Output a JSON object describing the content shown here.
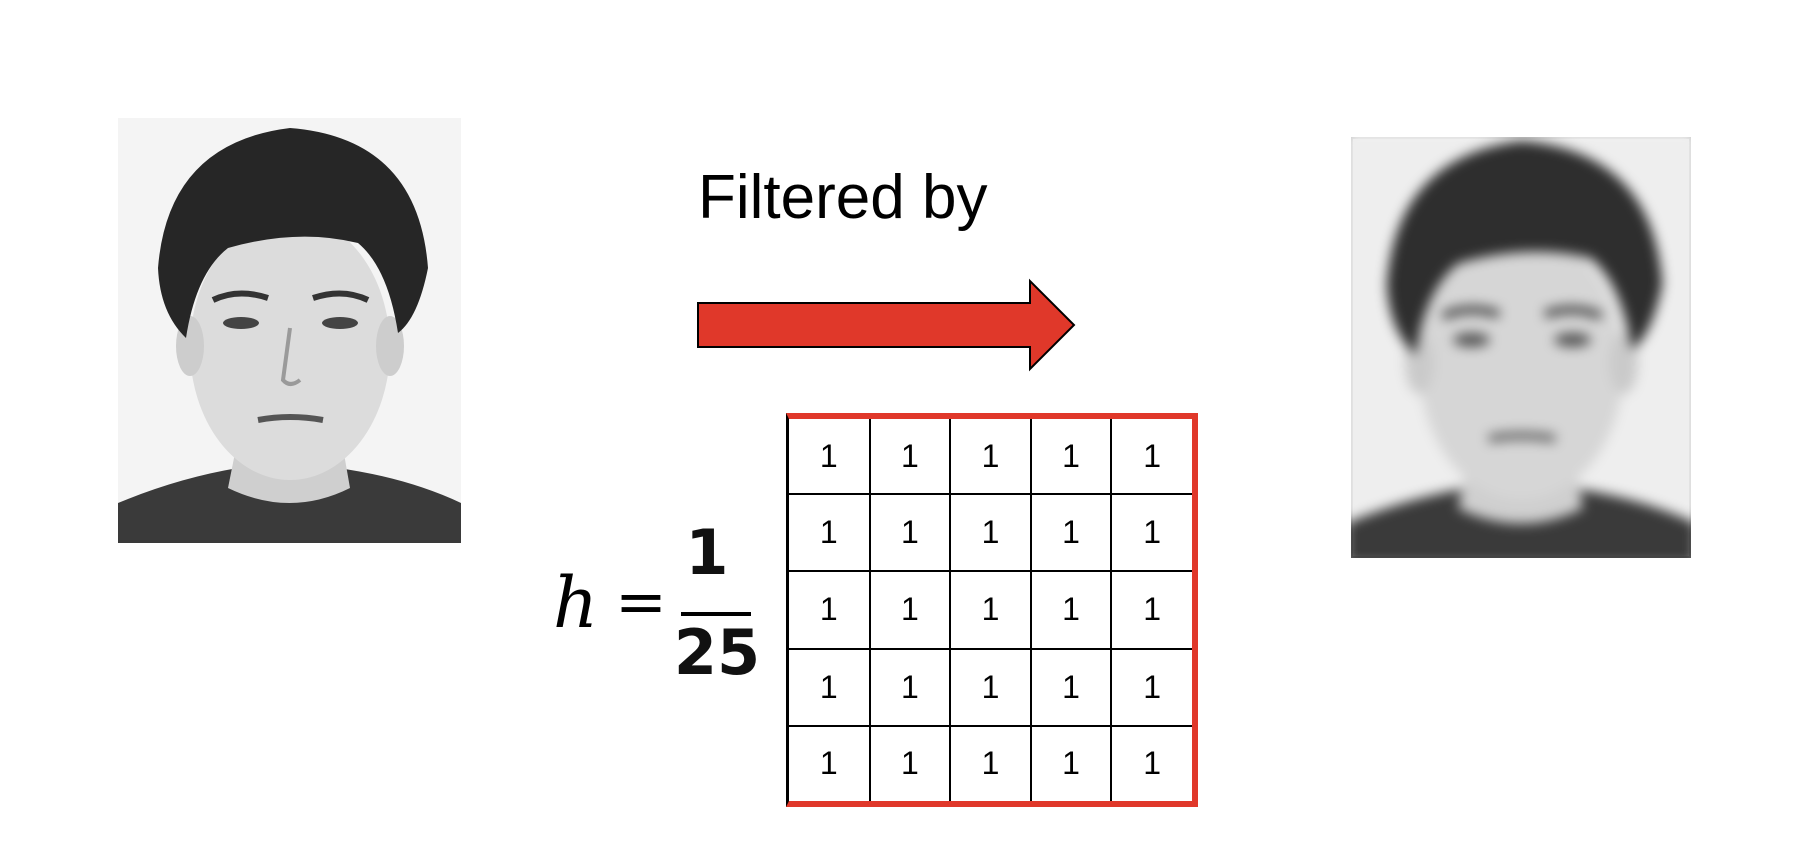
{
  "caption": "Filtered by",
  "arrow": {
    "icon": "right-arrow-icon",
    "color": "#e0382a"
  },
  "images": {
    "original": "portrait-photo-icon",
    "filtered": "portrait-photo-blurred-icon"
  },
  "equation": {
    "lhs": "h",
    "equals": "=",
    "numerator": "1",
    "denominator": "25"
  },
  "kernel": {
    "rows": [
      [
        "1",
        "1",
        "1",
        "1",
        "1"
      ],
      [
        "1",
        "1",
        "1",
        "1",
        "1"
      ],
      [
        "1",
        "1",
        "1",
        "1",
        "1"
      ],
      [
        "1",
        "1",
        "1",
        "1",
        "1"
      ],
      [
        "1",
        "1",
        "1",
        "1",
        "1"
      ]
    ],
    "border_color": "#e0382a"
  }
}
